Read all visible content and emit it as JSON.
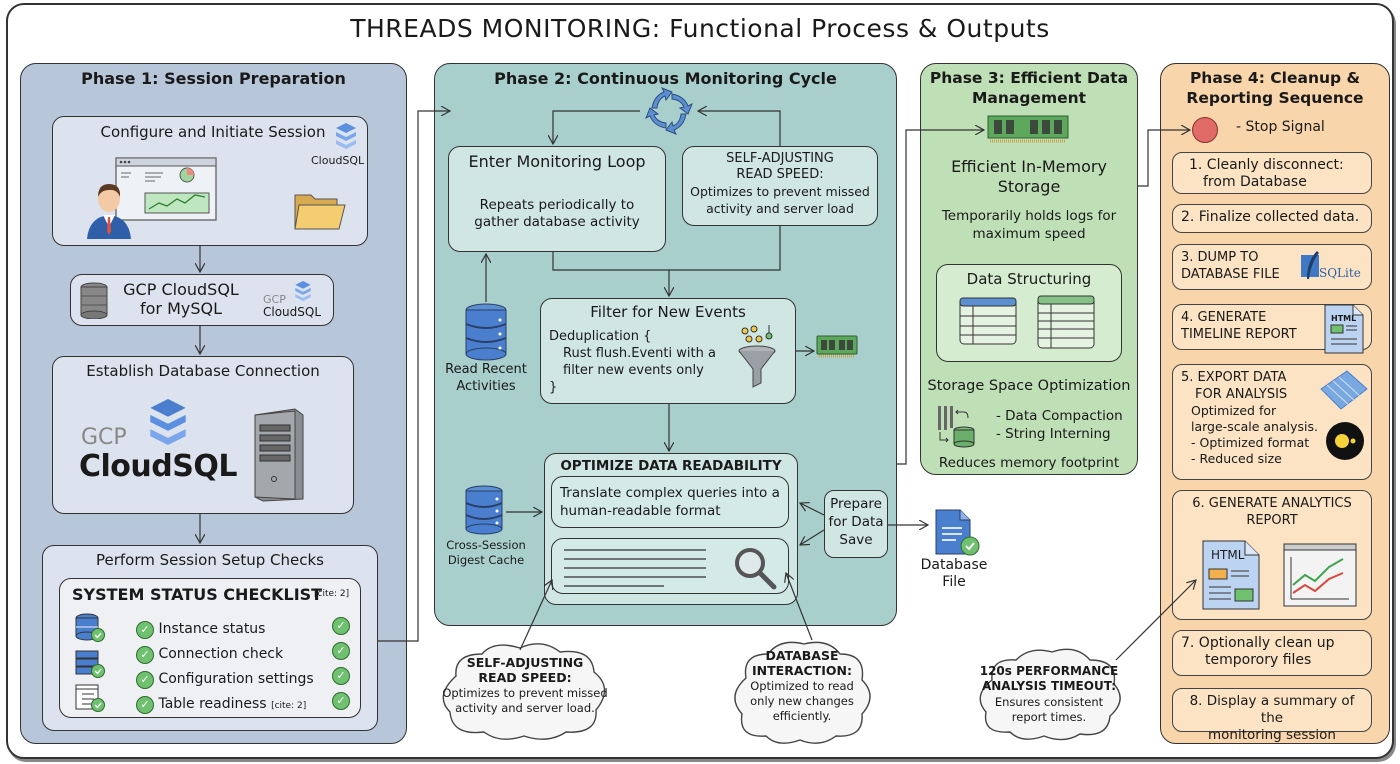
{
  "title": "THREADS MONITORING: Functional Process & Outputs",
  "phase1": {
    "title": "Phase 1: Session Preparation",
    "configure": {
      "label": "Configure and Initiate Session",
      "logo_text": "CloudSQL"
    },
    "gcp_mysql": {
      "label_line1": "GCP CloudSQL",
      "label_line2": "for MySQL",
      "logo_gcp": "GCP",
      "logo_text": "CloudSQL"
    },
    "establish": {
      "label": "Establish Database Connection",
      "logo_gcp": "GCP",
      "logo_text": "CloudSQL"
    },
    "setup_checks": {
      "label": "Perform Session Setup Checks",
      "checklist_title": "SYSTEM STATUS CHECKLIST",
      "checklist_cite": "[cite: 2]",
      "items": [
        {
          "label": "Instance status",
          "cite": ""
        },
        {
          "label": "Connection check",
          "cite": ""
        },
        {
          "label": "Configuration settings",
          "cite": ""
        },
        {
          "label": "Table readiness",
          "cite": "[cite: 2]"
        }
      ]
    }
  },
  "phase2": {
    "title": "Phase 2: Continuous Monitoring Cycle",
    "loop": {
      "title": "Enter Monitoring Loop",
      "body_line1": "Repeats periodically to",
      "body_line2": "gather database activity"
    },
    "self_adjust": {
      "title_line1": "SELF-ADJUSTING",
      "title_line2": "READ SPEED:",
      "body_line1": "Optimizes to prevent missed",
      "body_line2": "activity and server load"
    },
    "read_recent": {
      "line1": "Read Recent",
      "line2": "Activities"
    },
    "filter": {
      "title": "Filter for New Events",
      "code_line1": "Deduplication {",
      "code_line2": "Rust flush.Eventi with a",
      "code_line3": "filter new events only",
      "code_line4": "}"
    },
    "optimize": {
      "title": "OPTIMIZE DATA READABILITY",
      "body_line1": "Translate complex queries into a",
      "body_line2": "human-readable format"
    },
    "cache": {
      "line1": "Cross-Session",
      "line2": "Digest Cache"
    },
    "prepare": {
      "line1": "Prepare",
      "line2": "for Data",
      "line3": "Save"
    },
    "db_file": {
      "line1": "Database",
      "line2": "File"
    }
  },
  "phase3": {
    "title_line1": "Phase 3: Efficient Data",
    "title_line2": "Management",
    "storage_title_line1": "Efficient In-Memory",
    "storage_title_line2": "Storage",
    "storage_desc_line1": "Temporarily holds logs for",
    "storage_desc_line2": "maximum speed",
    "structuring": "Data Structuring",
    "optimization_title": "Storage Space Optimization",
    "optimization_items": [
      "- Data Compaction",
      "- String Interning"
    ],
    "footer": "Reduces memory footprint"
  },
  "phase4": {
    "title_line1": "Phase 4: Cleanup &",
    "title_line2": "Reporting Sequence",
    "stop_signal": "- Stop Signal",
    "steps": [
      {
        "line1": "1. Cleanly disconnect:",
        "line2": "from Database"
      },
      {
        "line1": "2. Finalize collected data.",
        "line2": ""
      },
      {
        "line1": "3. DUMP TO",
        "line2": "DATABASE FILE",
        "logo": "SQLite"
      },
      {
        "line1": "4. GENERATE",
        "line2": "TIMELINE REPORT",
        "icon_label": "HTML"
      },
      {
        "line1": "5. EXPORT DATA",
        "line2": "FOR ANALYSIS",
        "desc": [
          "Optimized for",
          "large-scale analysis.",
          "- Optimized format",
          "- Reduced size"
        ]
      },
      {
        "line1": "6. GENERATE ANALYTICS",
        "line2": "REPORT",
        "icon_label": "HTML"
      },
      {
        "line1": "7. Optionally clean up",
        "line2": "temporory files"
      },
      {
        "line1": "8. Display a summary of the",
        "line2": "monitoring session"
      }
    ]
  },
  "callouts": [
    {
      "title_line1": "SELF-ADJUSTING",
      "title_line2": "READ SPEED:",
      "body": [
        "Optimizes to prevent missed",
        "activity and server load."
      ]
    },
    {
      "title_line1": "DATABASE",
      "title_line2": "INTERACTION:",
      "body": [
        "Optimized to read",
        "only new changes",
        "efficiently."
      ]
    },
    {
      "title_line1": "120s PERFORMANCE",
      "title_line2": "ANALYSIS TIMEOUT:",
      "body": [
        "Ensures consistent",
        "report times."
      ]
    }
  ],
  "colors": {
    "phase1_bg": "#b7c6d9",
    "phase2_bg": "#a9cfcc",
    "phase3_bg": "#bfe0b6",
    "phase4_bg": "#f8d5ab",
    "accent_blue": "#4a7fd0",
    "check_green": "#6fc06f",
    "stop_red": "#e06b66"
  }
}
